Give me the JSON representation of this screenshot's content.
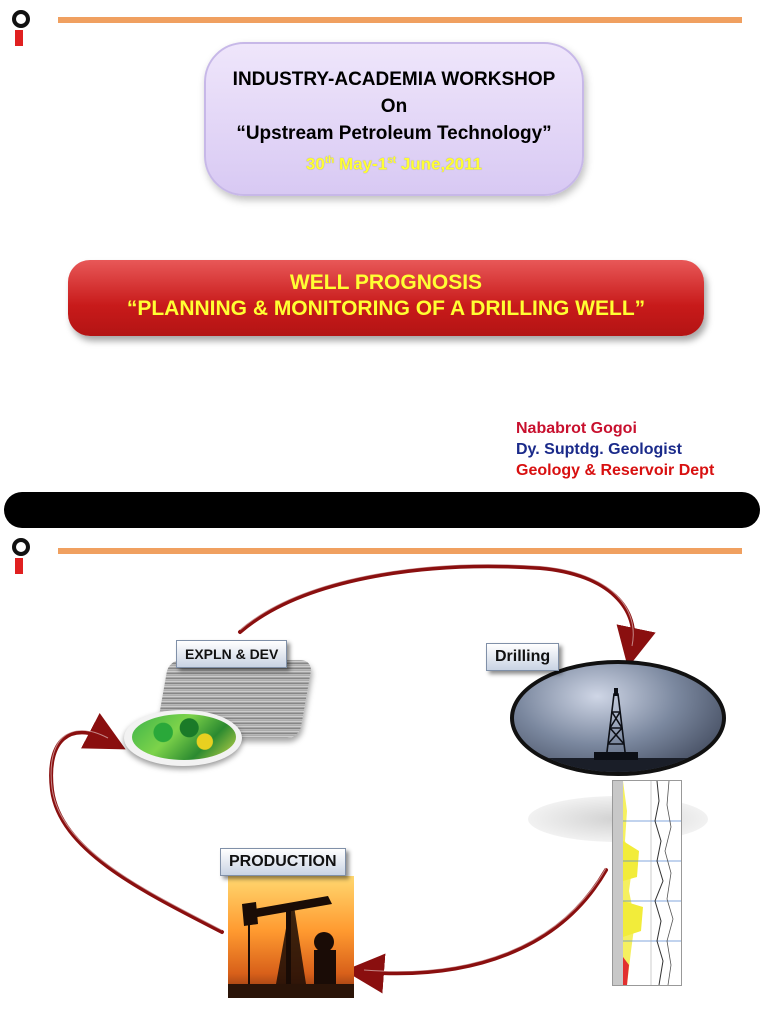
{
  "slide1": {
    "workshop": {
      "line1": "INDUSTRY-ACADEMIA WORKSHOP",
      "line2": "On",
      "line3": "“Upstream Petroleum Technology”",
      "date_d1": "30",
      "date_s1": "th",
      "date_m1": " May-1",
      "date_s2": "st",
      "date_rest": " June,2011"
    },
    "banner": {
      "line1": "WELL PROGNOSIS",
      "line2": "“PLANNING & MONITORING OF A DRILLING  WELL”"
    },
    "author": {
      "name": "Nababrot Gogoi",
      "title": "Dy. Suptdg. Geologist",
      "dept": "Geology & Reservoir Dept"
    }
  },
  "slide2": {
    "tags": {
      "expln": "EXPLN & DEV",
      "drilling": "Drilling",
      "production": "PRODUCTION"
    }
  },
  "colors": {
    "accent_orange": "#f0a060",
    "banner_red": "#c81a1a",
    "banner_text": "#ffff33",
    "workshop_lilac": "#d8c9f3",
    "arrow_red": "#8a0f0f"
  }
}
